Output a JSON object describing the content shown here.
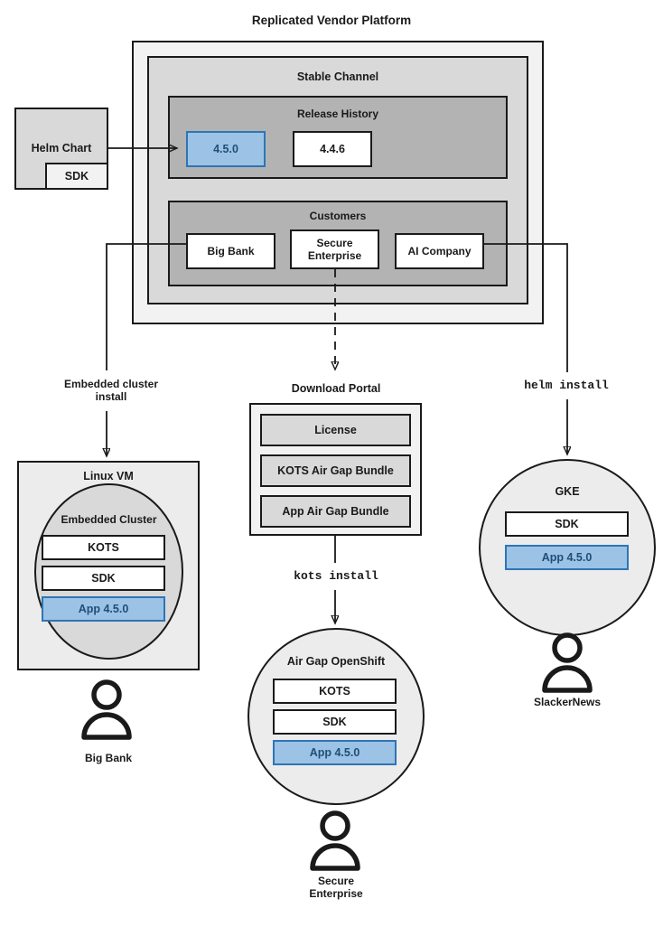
{
  "title": "Replicated Vendor Platform",
  "colors": {
    "outer_panel": "#f2f2f2",
    "mid_panel": "#d9d9d9",
    "inner_panel": "#b3b3b3",
    "white_box": "#ffffff",
    "highlight_fill": "#9cc3e5",
    "highlight_border": "#2e75b6",
    "highlight_text": "#1f4e79",
    "stroke": "#1a1a1a"
  },
  "vendor_platform": {
    "stable_channel": {
      "label": "Stable Channel",
      "release_history": {
        "label": "Release History",
        "releases": [
          {
            "version": "4.5.0",
            "highlighted": true
          },
          {
            "version": "4.4.6",
            "highlighted": false
          }
        ]
      },
      "customers": {
        "label": "Customers",
        "items": [
          "Big Bank",
          "Secure\nEnterprise",
          "AI Company"
        ]
      }
    }
  },
  "helm_chart": {
    "label": "Helm Chart",
    "sdk_label": "SDK"
  },
  "edges": {
    "embedded_cluster_install": "Embedded cluster\ninstall",
    "kots_install": "kots install",
    "helm_install": "helm install"
  },
  "download_portal": {
    "label": "Download Portal",
    "items": [
      "License",
      "KOTS Air Gap Bundle",
      "App Air Gap Bundle"
    ]
  },
  "targets": [
    {
      "host_label": "Linux VM",
      "cluster_label": "Embedded Cluster",
      "components": [
        {
          "label": "KOTS",
          "highlighted": false
        },
        {
          "label": "SDK",
          "highlighted": false
        },
        {
          "label": "App 4.5.0",
          "highlighted": true
        }
      ],
      "customer": "Big Bank"
    },
    {
      "host_label": "Air Gap OpenShift",
      "components": [
        {
          "label": "KOTS",
          "highlighted": false
        },
        {
          "label": "SDK",
          "highlighted": false
        },
        {
          "label": "App 4.5.0",
          "highlighted": true
        }
      ],
      "customer": "Secure\nEnterprise"
    },
    {
      "host_label": "GKE",
      "components": [
        {
          "label": "SDK",
          "highlighted": false
        },
        {
          "label": "App 4.5.0",
          "highlighted": true
        }
      ],
      "customer": "SlackerNews"
    }
  ]
}
